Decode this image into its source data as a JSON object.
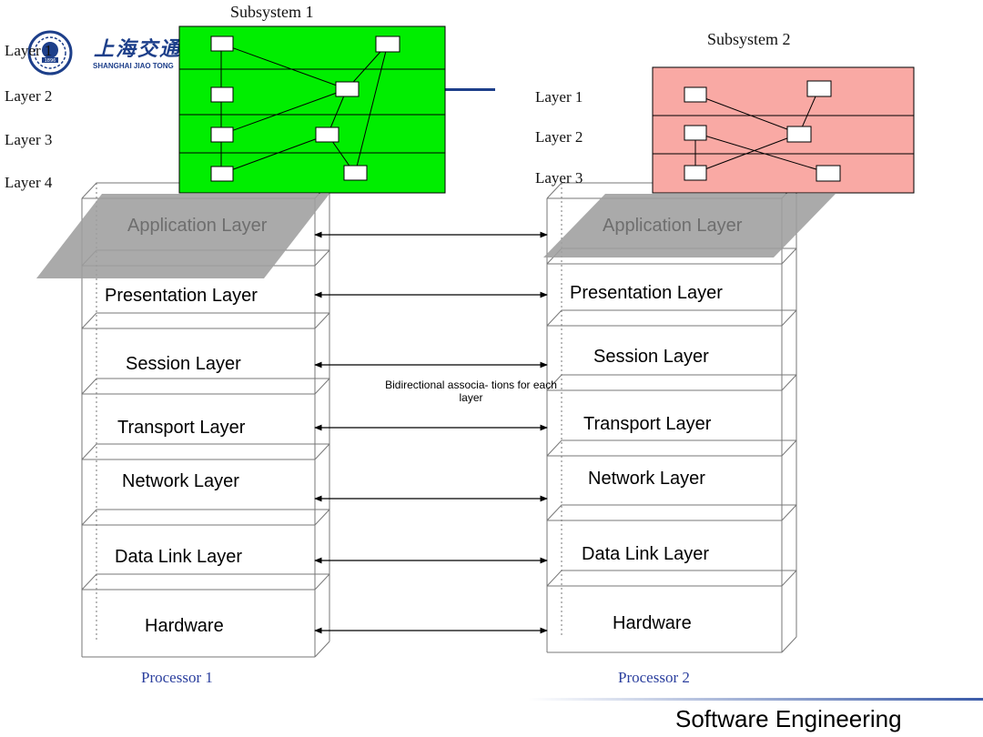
{
  "logo": {
    "chinese_name": "上海交通",
    "english_name": "SHANGHAI JIAO TONG",
    "seal_year": "1896"
  },
  "subsystem1": {
    "title": "Subsystem 1",
    "layers": [
      "Layer 1",
      "Layer 2",
      "Layer 3",
      "Layer 4"
    ],
    "fill_color": "#00ee00"
  },
  "subsystem2": {
    "title": "Subsystem 2",
    "layers": [
      "Layer 1",
      "Layer 2",
      "Layer 3"
    ],
    "fill_color": "#f9a9a4"
  },
  "osi_layers": [
    "Application Layer",
    "Presentation Layer",
    "Session Layer",
    "Transport Layer",
    "Network Layer",
    "Data Link Layer",
    "Hardware"
  ],
  "processors": [
    "Processor 1",
    "Processor 2"
  ],
  "association_note": "Bidirectional associa- tions for each layer",
  "footer": {
    "title": "Software Engineering"
  },
  "colors": {
    "accent_blue": "#1d3f8a",
    "processor_label": "#2b3f9e",
    "plane_gray": "#9e9e9e"
  }
}
